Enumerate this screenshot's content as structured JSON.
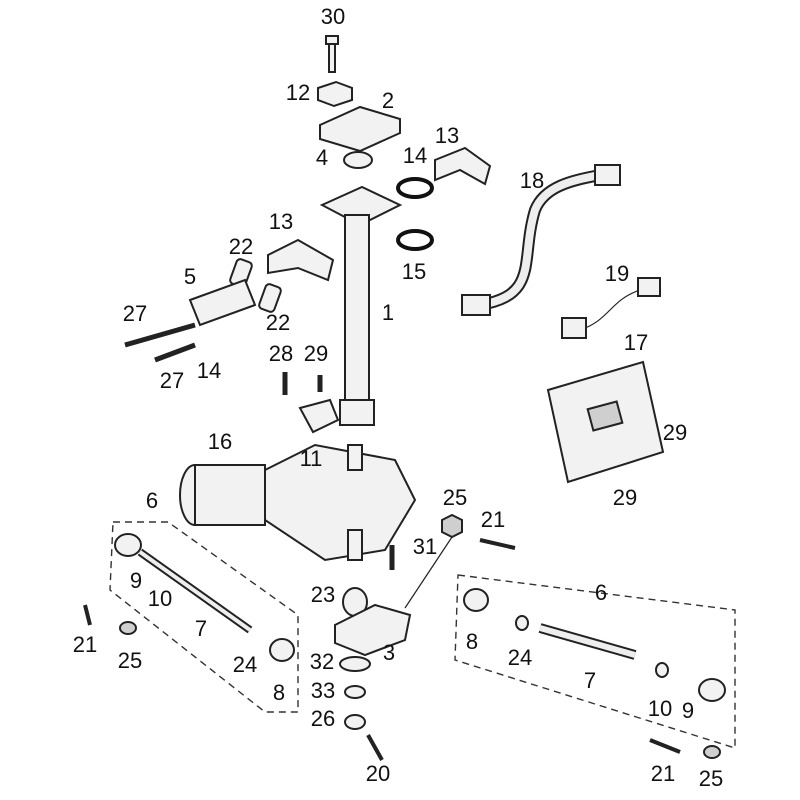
{
  "diagram": {
    "title": "Steering column and tie rod assembly exploded view",
    "callouts": [
      "30",
      "12",
      "2",
      "4",
      "14",
      "13",
      "18",
      "13",
      "22",
      "15",
      "5",
      "19",
      "1",
      "27",
      "22",
      "17",
      "28",
      "29",
      "14",
      "27",
      "29",
      "16",
      "11",
      "25",
      "29",
      "6",
      "21",
      "31",
      "9",
      "10",
      "23",
      "6",
      "7",
      "21",
      "3",
      "8",
      "24",
      "24",
      "25",
      "32",
      "7",
      "8",
      "33",
      "10",
      "9",
      "26",
      "20",
      "21",
      "25"
    ]
  }
}
